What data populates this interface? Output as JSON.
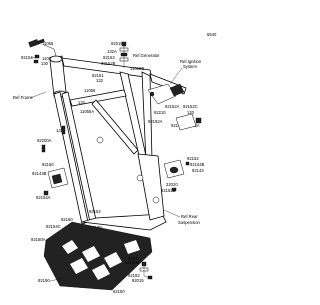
{
  "diagram": {
    "code": "5540",
    "references": {
      "ref_frame": "Ref.Frame",
      "ref_generator": "Ref.Generator",
      "ref_ignition_1": "Ref.Ignition",
      "ref_ignition_2": "System",
      "ref_rear_1": "Ref.Rear",
      "ref_rear_2": "Suspension"
    },
    "part_numbers": {
      "p92154": "92154",
      "p11055_top": "11055",
      "p11055b": "11055",
      "p130": "130",
      "p92015": "92015",
      "p132a": "132A",
      "p92153": "92153",
      "p92152b": "92152B",
      "p11056b": "11056B",
      "p92161": "92161",
      "p132": "132",
      "p132b": "132",
      "p132c": "132",
      "p11056": "11056",
      "p11056a": "11056A",
      "p92152a": "92152A",
      "p92152c": "92152C",
      "p120": "120",
      "p92210": "92210",
      "p92192a": "92192A",
      "p92161a": "92161A",
      "p92143a": "92143A",
      "p92152": "92152",
      "p92154a": "92154A",
      "p92154b": "92154B",
      "p92143": "92143",
      "p32020": "32020",
      "p92190": "92190",
      "p92143b": "92143B",
      "p92160a": "92160A",
      "p92154c": "92154C",
      "p92160": "92160",
      "p92152d": "92152D",
      "p92192": "92192",
      "p92160b": "92160B",
      "p92015b": "92015",
      "p92043": "92043",
      "p92150": "92150",
      "p92130": "92130",
      "p92152e": "92152",
      "p92200a": "92200A"
    }
  }
}
